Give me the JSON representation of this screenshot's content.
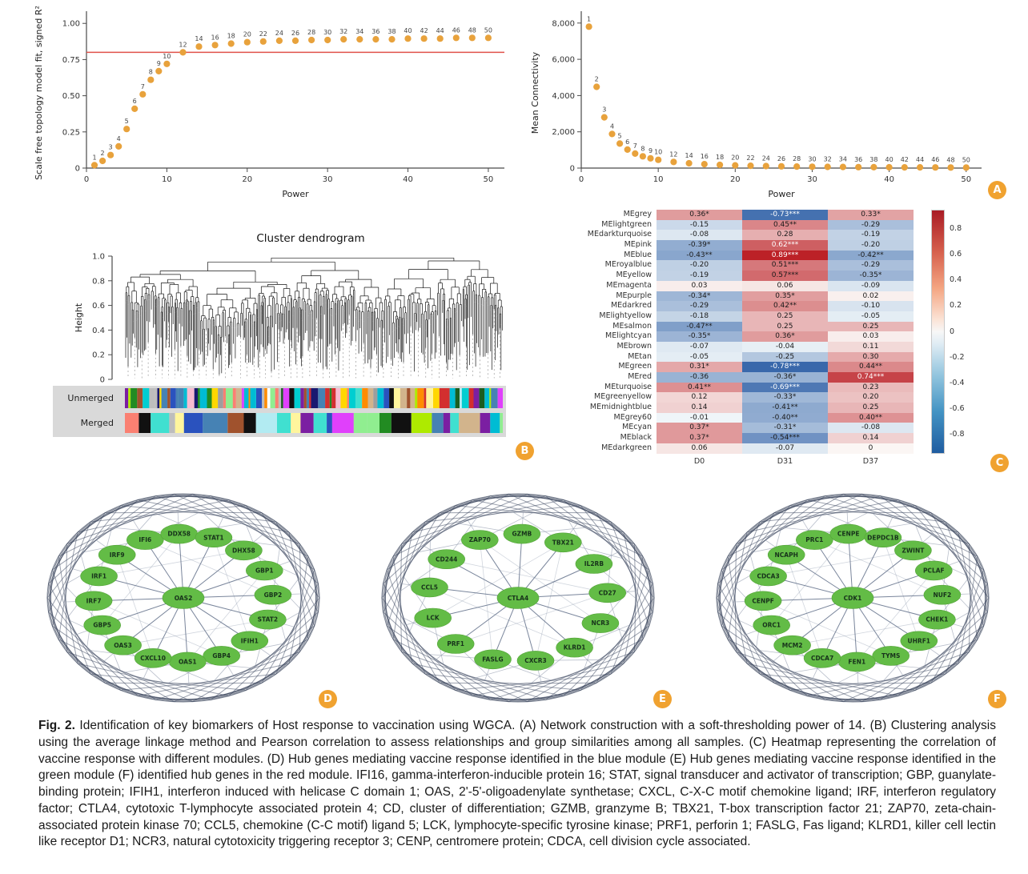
{
  "panel_labels": {
    "a": "A",
    "b": "B",
    "c": "C",
    "d": "D",
    "e": "E",
    "f": "F"
  },
  "colors": {
    "dot": "#E8A23C",
    "threshold_line": "#E0524A",
    "badge": "#F0A230",
    "node_fill": "#63BC46",
    "edge": "#6A7890",
    "ring": "#2E3A52"
  },
  "chart_data": [
    {
      "type": "scatter",
      "title": "",
      "xlabel": "Power",
      "ylabel": "Scale free topology model fit, signed R²",
      "x": [
        1,
        2,
        3,
        4,
        5,
        6,
        7,
        8,
        9,
        10,
        12,
        14,
        16,
        18,
        20,
        22,
        24,
        26,
        28,
        30,
        32,
        34,
        36,
        38,
        40,
        42,
        44,
        46,
        48,
        50
      ],
      "y": [
        0.02,
        0.05,
        0.09,
        0.15,
        0.27,
        0.41,
        0.51,
        0.61,
        0.67,
        0.72,
        0.8,
        0.84,
        0.85,
        0.86,
        0.87,
        0.875,
        0.88,
        0.88,
        0.885,
        0.885,
        0.89,
        0.89,
        0.89,
        0.89,
        0.895,
        0.895,
        0.895,
        0.9,
        0.9,
        0.9
      ],
      "point_labels": [
        "1",
        "2",
        "3",
        "4",
        "5",
        "6",
        "7",
        "8",
        "9",
        "10",
        "12",
        "14",
        "16",
        "18",
        "20",
        "22",
        "24",
        "26",
        "28",
        "30",
        "32",
        "34",
        "36",
        "38",
        "40",
        "42",
        "44",
        "46",
        "48",
        "50"
      ],
      "xlim": [
        0,
        52
      ],
      "ylim": [
        0,
        1.04
      ],
      "xticks": [
        0,
        10,
        20,
        30,
        40,
        50
      ],
      "xtick_labels": [
        "0",
        "10",
        "20",
        "30",
        "40",
        "50"
      ],
      "yticks": [
        0,
        0.25,
        0.5,
        0.75,
        1
      ],
      "ytick_labels": [
        "0",
        "0.25",
        "0.50",
        "0.75",
        "1.00"
      ],
      "threshold": 0.8,
      "legend": "soft-thresholding powers labeled at each point"
    },
    {
      "type": "scatter",
      "title": "",
      "xlabel": "Power",
      "ylabel": "Mean Connectivity",
      "x": [
        1,
        2,
        3,
        4,
        5,
        6,
        7,
        8,
        9,
        10,
        12,
        14,
        16,
        18,
        20,
        22,
        24,
        26,
        28,
        30,
        32,
        34,
        36,
        38,
        40,
        42,
        44,
        46,
        48,
        50
      ],
      "y": [
        7800,
        4480,
        2800,
        1880,
        1350,
        1020,
        800,
        650,
        540,
        455,
        340,
        265,
        215,
        178,
        150,
        128,
        110,
        96,
        85,
        75,
        67,
        60,
        54,
        49,
        45,
        41,
        38,
        35,
        32,
        30
      ],
      "point_labels": [
        "1",
        "2",
        "3",
        "4",
        "5",
        "6",
        "7",
        "8",
        "9",
        "10",
        "12",
        "14",
        "16",
        "18",
        "20",
        "22",
        "24",
        "26",
        "28",
        "30",
        "32",
        "34",
        "36",
        "38",
        "40",
        "42",
        "44",
        "46",
        "48",
        "50"
      ],
      "xlim": [
        0,
        52
      ],
      "ylim": [
        0,
        8300
      ],
      "xticks": [
        0,
        10,
        20,
        30,
        40,
        50
      ],
      "xtick_labels": [
        "0",
        "10",
        "20",
        "30",
        "40",
        "50"
      ],
      "yticks": [
        0,
        2000,
        4000,
        6000,
        8000
      ],
      "ytick_labels": [
        "0",
        "2,000",
        "4,000",
        "6,000",
        "8,000"
      ],
      "threshold": null
    },
    {
      "type": "heatmap",
      "columns": [
        "D0",
        "D31",
        "D37"
      ],
      "rows": [
        "MEgrey",
        "MElightgreen",
        "MEdarkturquoise",
        "MEpink",
        "MEblue",
        "MEroyalblue",
        "MEyellow",
        "MEmagenta",
        "MEpurple",
        "MEdarkred",
        "MElightyellow",
        "MEsalmon",
        "MElightcyan",
        "MEbrown",
        "MEtan",
        "MEgreen",
        "MEred",
        "MEturquoise",
        "MEgreenyellow",
        "MEmidnightblue",
        "MEgrey60",
        "MEcyan",
        "MEblack",
        "MEdarkgreen"
      ],
      "values": [
        [
          "0.36*",
          "-0.73***",
          "0.33*"
        ],
        [
          "-0.15",
          "0.45**",
          "-0.29"
        ],
        [
          "-0.08",
          "0.28",
          "-0.19"
        ],
        [
          "-0.39*",
          "0.62***",
          "-0.20"
        ],
        [
          "-0.43**",
          "0.89***",
          "-0.42**"
        ],
        [
          "-0.20",
          "0.51***",
          "-0.29"
        ],
        [
          "-0.19",
          "0.57***",
          "-0.35*"
        ],
        [
          "0.03",
          "0.06",
          "-0.09"
        ],
        [
          "-0.34*",
          "0.35*",
          "0.02"
        ],
        [
          "-0.29",
          "0.42**",
          "-0.10"
        ],
        [
          "-0.18",
          "0.25",
          "-0.05"
        ],
        [
          "-0.47**",
          "0.25",
          "0.25"
        ],
        [
          "-0.35*",
          "0.36*",
          "0.03"
        ],
        [
          "-0.07",
          "-0.04",
          "0.11"
        ],
        [
          "-0.05",
          "-0.25",
          "0.30"
        ],
        [
          "0.31*",
          "-0.78***",
          "0.44**"
        ],
        [
          "-0.36",
          "-0.36*",
          "0.74***"
        ],
        [
          "0.41**",
          "-0.69***",
          "0.23"
        ],
        [
          "0.12",
          "-0.33*",
          "0.20"
        ],
        [
          "0.14",
          "-0.41**",
          "0.25"
        ],
        [
          "-0.01",
          "-0.40**",
          "0.40**"
        ],
        [
          "0.37*",
          "-0.31*",
          "-0.08"
        ],
        [
          "0.37*",
          "-0.54***",
          "0.14"
        ],
        [
          "0.06",
          "-0.07",
          "0"
        ]
      ],
      "colorbar_ticks": [
        "0.8",
        "0.6",
        "0.4",
        "0.2",
        "0",
        "-0.2",
        "-0.4",
        "-0.6",
        "-0.8"
      ],
      "colorbar_range": [
        -0.95,
        0.95
      ]
    }
  ],
  "dendrogram": {
    "title": "Cluster dendrogram",
    "ylabel": "Height",
    "ytick_values": [
      1,
      0.8,
      0.6,
      0.4,
      0.2,
      0
    ],
    "ytick_labels": [
      "1.0",
      "0.8",
      "0.6",
      "0.4",
      "0.2",
      "0"
    ],
    "bands": [
      "Unmerged",
      "Merged"
    ]
  },
  "networks": [
    {
      "center": "OAS2",
      "nodes": [
        "IFI6",
        "DDX58",
        "STAT1",
        "DHX58",
        "GBP1",
        "GBP2",
        "STAT2",
        "IFIH1",
        "GBP4",
        "OAS1",
        "CXCL10",
        "OAS3",
        "GBP5",
        "IRF7",
        "IRF1",
        "IRF9"
      ]
    },
    {
      "center": "CTLA4",
      "nodes": [
        "ZAP70",
        "GZMB",
        "TBX21",
        "IL2RB",
        "CD27",
        "NCR3",
        "KLRD1",
        "CXCR3",
        "FASLG",
        "PRF1",
        "LCK",
        "CCL5",
        "CD244"
      ]
    },
    {
      "center": "CDK1",
      "nodes": [
        "PRC1",
        "CENPE",
        "DEPDC1B",
        "ZWINT",
        "PCLAF",
        "NUF2",
        "CHEK1",
        "UHRF1",
        "TYMS",
        "FEN1",
        "CDCA7",
        "MCM2",
        "ORC1",
        "CENPF",
        "CDCA3",
        "NCAPH"
      ]
    }
  ],
  "caption": {
    "fig_label": "Fig. 2.",
    "text": " Identification of key biomarkers of Host response to vaccination using WGCA. (A) Network construction with a soft-thresholding power of 14. (B) Clustering analysis using the average linkage method and Pearson correlation to assess relationships and group similarities among all samples. (C) Heatmap representing the correlation of vaccine response with different modules. (D) Hub genes mediating vaccine response identified in the blue module (E) Hub genes mediating vaccine response identified in the green module (F) identified hub genes in the red module. IFI16, gamma-interferon-inducible protein 16; STAT, signal transducer and activator of transcription; GBP, guanylate-binding protein; IFIH1, interferon induced with helicase C domain 1; OAS, 2'-5'-oligoadenylate synthetase; CXCL, C-X-C motif chemokine ligand; IRF, interferon regulatory factor; CTLA4, cytotoxic T-lymphocyte associated protein 4; CD, cluster of differentiation; GZMB, granzyme B; TBX21, T-box transcription factor 21; ZAP70, zeta-chain-associated protein kinase 70; CCL5, chemokine (C-C motif) ligand 5; LCK, lymphocyte-specific tyrosine kinase; PRF1, perforin 1; FASLG, Fas ligand; KLRD1, killer cell lectin like receptor D1; NCR3, natural cytotoxicity triggering receptor 3; CENP, centromere protein; CDCA, cell division cycle associated."
  }
}
